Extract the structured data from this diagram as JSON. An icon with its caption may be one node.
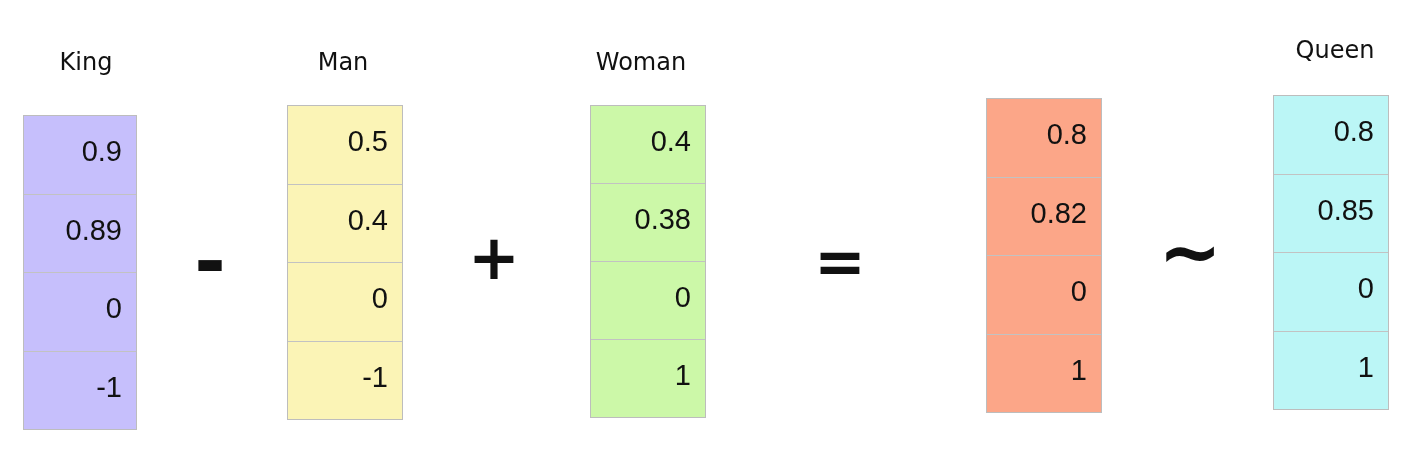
{
  "diagram": {
    "nodes": [
      {
        "text": [
          "King"
        ]
      },
      {
        "text": [
          "0.9"
        ],
        "in": 0
      },
      {
        "text": [
          "0.89"
        ],
        "in": 0
      },
      {
        "text": [
          "0"
        ],
        "in": 0
      },
      {
        "text": [
          "-1"
        ],
        "in": 0
      },
      {
        "text": [
          "Man"
        ]
      },
      {
        "text": [
          "0.5"
        ],
        "in": 5
      },
      {
        "text": [
          "0.4"
        ],
        "in": 5
      },
      {
        "text": [
          "0"
        ],
        "in": 5
      },
      {
        "text": [
          "-1"
        ],
        "in": 5
      },
      {
        "text": [
          "Woman"
        ]
      },
      {
        "text": [
          "0.4"
        ],
        "in": 10
      },
      {
        "text": [
          "0.38"
        ],
        "in": 10
      },
      {
        "text": [
          "0"
        ],
        "in": 10
      },
      {
        "text": [
          "1"
        ],
        "in": 10
      },
      {
        "text": [],
        "shape": "box"
      },
      {
        "text": [
          "0.8"
        ],
        "in": 15
      },
      {
        "text": [
          "0.82"
        ],
        "in": 15
      },
      {
        "text": [
          "0"
        ],
        "in": 15
      },
      {
        "text": [
          "1"
        ],
        "in": 15
      },
      {
        "text": [
          "Queen"
        ]
      },
      {
        "text": [
          "0.8"
        ],
        "in": 20
      },
      {
        "text": [
          "0.85"
        ],
        "in": 20
      },
      {
        "text": [
          "0"
        ],
        "in": 20
      },
      {
        "text": [
          "1"
        ],
        "in": 20
      }
    ],
    "labels": [
      "-",
      "+",
      "=",
      "~"
    ]
  }
}
